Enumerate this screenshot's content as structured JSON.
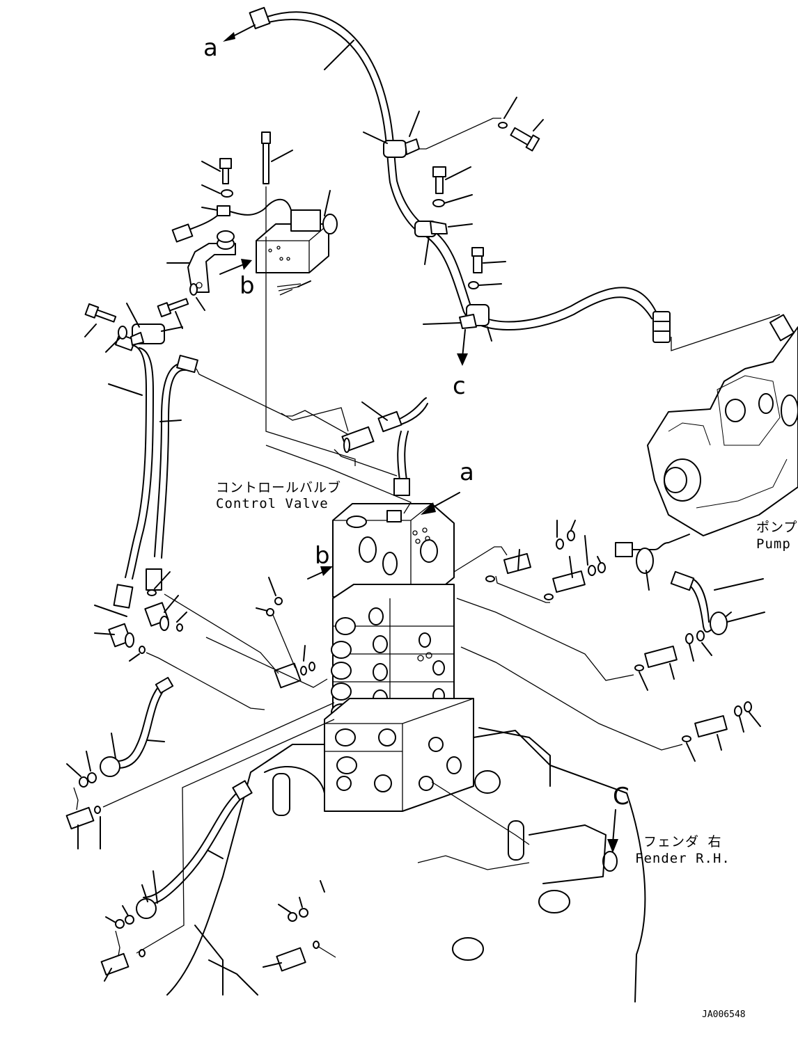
{
  "letters": {
    "a_top": "a",
    "b_sol": "b",
    "c_clamp": "c",
    "a_valve": "a",
    "b_valve": "b",
    "c_fender": "C"
  },
  "control_valve": {
    "jp": "コントロールバルブ",
    "en": "Control Valve"
  },
  "pump": {
    "jp": "ポンプ",
    "en": "Pump"
  },
  "fender": {
    "jp": "フェンダ 右",
    "en": "Fender R.H."
  },
  "drawing_code": "JA006548"
}
